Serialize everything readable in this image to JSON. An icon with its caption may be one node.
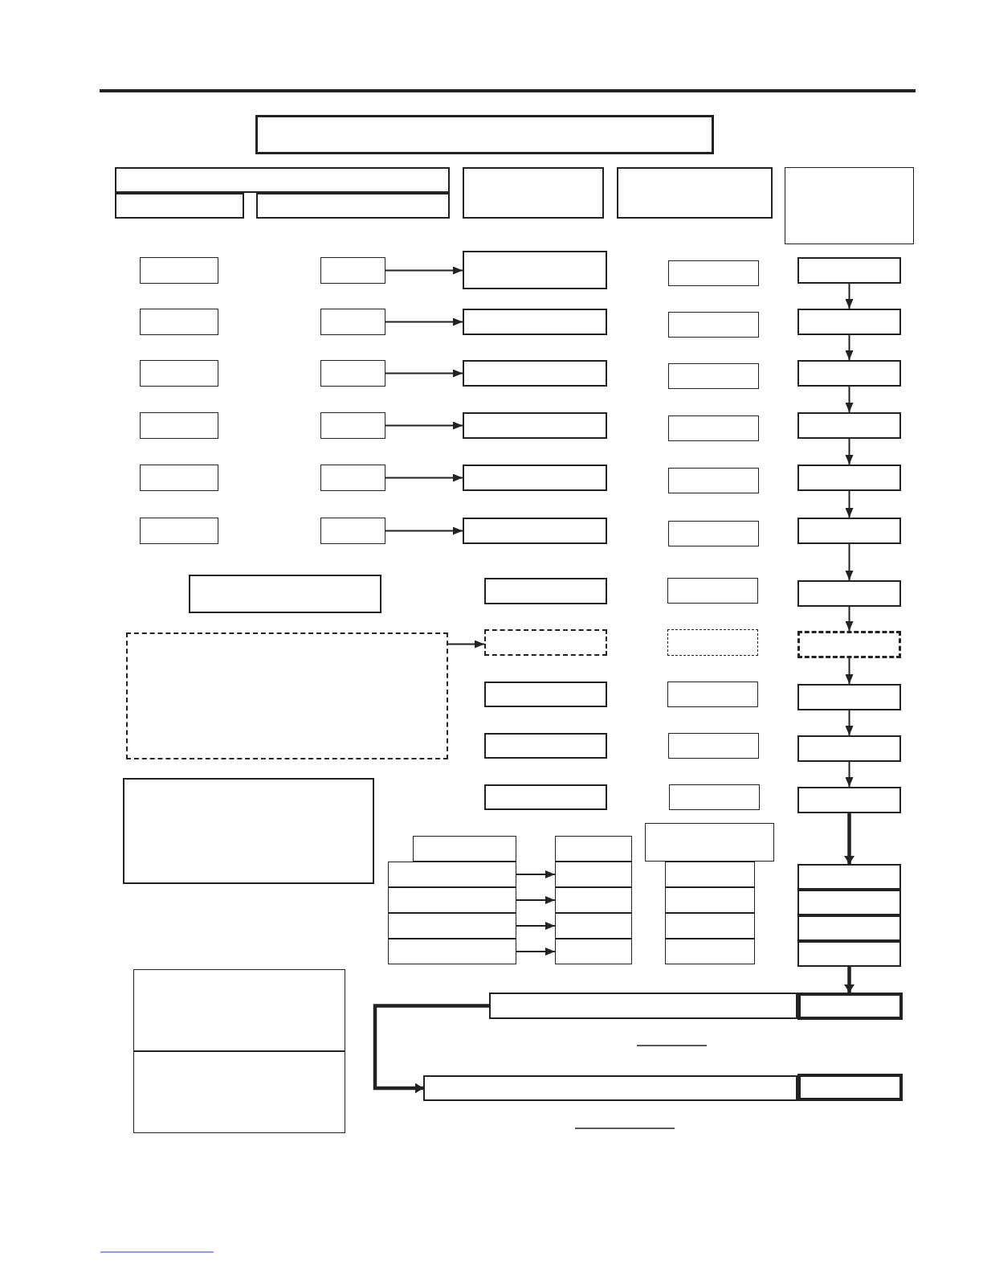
{
  "diagram": {
    "nodes": [
      {
        "text": [],
        "shape": "box"
      },
      {
        "text": [],
        "shape": "box"
      },
      {
        "text": [],
        "shape": "box"
      },
      {
        "text": [],
        "shape": "box"
      },
      {
        "text": [],
        "shape": "box"
      },
      {
        "text": [],
        "shape": "box"
      },
      {
        "text": [],
        "shape": "box"
      },
      {
        "text": [],
        "shape": "box"
      },
      {
        "text": [],
        "shape": "box"
      },
      {
        "text": [],
        "shape": "box"
      },
      {
        "text": [],
        "shape": "box"
      },
      {
        "text": [],
        "shape": "box"
      },
      {
        "text": [],
        "shape": "box"
      },
      {
        "text": [],
        "shape": "box"
      },
      {
        "text": [],
        "shape": "box"
      },
      {
        "text": [],
        "shape": "box"
      },
      {
        "text": [],
        "shape": "box"
      },
      {
        "text": [],
        "shape": "box"
      },
      {
        "text": [],
        "shape": "box"
      },
      {
        "text": [],
        "shape": "box"
      },
      {
        "text": [],
        "shape": "box"
      },
      {
        "text": [],
        "shape": "box"
      },
      {
        "text": [],
        "shape": "box"
      },
      {
        "text": [],
        "shape": "box"
      },
      {
        "text": [],
        "shape": "box"
      },
      {
        "text": [],
        "shape": "box"
      },
      {
        "text": [],
        "shape": "box"
      },
      {
        "text": [],
        "shape": "box"
      },
      {
        "text": [],
        "shape": "box"
      },
      {
        "text": [],
        "shape": "box"
      },
      {
        "text": [],
        "shape": "box"
      },
      {
        "text": [],
        "shape": "box"
      },
      {
        "text": [],
        "shape": "box"
      },
      {
        "text": [],
        "shape": "box"
      },
      {
        "text": [],
        "shape": "box"
      },
      {
        "text": [],
        "shape": "box"
      },
      {
        "text": [],
        "shape": "box"
      },
      {
        "text": [],
        "shape": "box"
      },
      {
        "text": [],
        "shape": "box"
      },
      {
        "text": [],
        "shape": "box"
      },
      {
        "text": [],
        "shape": "box"
      },
      {
        "text": [],
        "shape": "box"
      },
      {
        "text": [],
        "shape": "box"
      },
      {
        "text": [],
        "shape": "box"
      },
      {
        "text": [],
        "shape": "box"
      },
      {
        "text": [],
        "shape": "box"
      },
      {
        "text": [],
        "shape": "box"
      },
      {
        "text": [],
        "shape": "box"
      },
      {
        "text": [],
        "shape": "box"
      },
      {
        "text": [],
        "shape": "box"
      },
      {
        "text": [],
        "shape": "box"
      },
      {
        "text": [],
        "shape": "box"
      },
      {
        "text": [],
        "shape": "box"
      },
      {
        "text": [],
        "shape": "box"
      },
      {
        "text": [],
        "shape": "box"
      },
      {
        "text": [],
        "shape": "box"
      },
      {
        "text": [],
        "shape": "box"
      },
      {
        "text": [],
        "shape": "box"
      },
      {
        "text": [],
        "shape": "box"
      },
      {
        "text": [],
        "shape": "box"
      },
      {
        "text": [],
        "shape": "box"
      },
      {
        "text": [],
        "shape": "box"
      },
      {
        "text": [],
        "shape": "box"
      },
      {
        "text": [],
        "shape": "box"
      },
      {
        "text": [],
        "shape": "box"
      },
      {
        "text": [],
        "shape": "box"
      },
      {
        "text": [],
        "shape": "box"
      },
      {
        "text": [],
        "shape": "box"
      },
      {
        "text": [],
        "shape": "box"
      },
      {
        "text": [],
        "shape": "box"
      },
      {
        "text": [],
        "shape": "box"
      },
      {
        "text": [],
        "shape": "box"
      },
      {
        "text": [],
        "shape": "box"
      },
      {
        "text": [],
        "shape": "box"
      },
      {
        "text": [],
        "shape": "box"
      },
      {
        "text": [],
        "shape": "box"
      },
      {
        "text": [],
        "shape": "box"
      },
      {
        "text": [],
        "shape": "box"
      },
      {
        "text": [],
        "shape": "box"
      },
      {
        "text": [],
        "shape": "box"
      }
    ],
    "edges": [
      {
        "from": 8,
        "to": 9,
        "arrow": "to"
      },
      {
        "from": 13,
        "to": 14,
        "arrow": "to"
      },
      {
        "from": 18,
        "to": 19,
        "arrow": "to"
      },
      {
        "from": 23,
        "to": 24,
        "arrow": "to"
      },
      {
        "from": 28,
        "to": 29,
        "arrow": "to"
      },
      {
        "from": 33,
        "to": 34,
        "arrow": "to"
      },
      {
        "from": 11,
        "to": 16,
        "arrow": "to"
      },
      {
        "from": 16,
        "to": 21,
        "arrow": "to"
      },
      {
        "from": 21,
        "to": 26,
        "arrow": "to"
      },
      {
        "from": 26,
        "to": 31,
        "arrow": "to"
      },
      {
        "from": 31,
        "to": 36,
        "arrow": "to"
      },
      {
        "from": 36,
        "to": 40,
        "arrow": "to"
      },
      {
        "from": 40,
        "to": 44,
        "arrow": "to"
      },
      {
        "from": 41,
        "to": 42,
        "arrow": "to"
      },
      {
        "from": 44,
        "to": 47,
        "arrow": "to"
      },
      {
        "from": 47,
        "to": 50,
        "arrow": "to"
      },
      {
        "from": 50,
        "to": 54,
        "arrow": "to"
      },
      {
        "from": 54,
        "to": 61,
        "arrow": "to",
        "style": "thick"
      },
      {
        "from": 58,
        "to": 59,
        "arrow": "to"
      },
      {
        "from": 62,
        "to": 63,
        "arrow": "to"
      },
      {
        "from": 66,
        "to": 67,
        "arrow": "to"
      },
      {
        "from": 70,
        "to": 71,
        "arrow": "to"
      },
      {
        "from": 73,
        "to": 77,
        "arrow": "to",
        "style": "thick"
      },
      {
        "from": 76,
        "to": 78,
        "arrow": "to",
        "style": "thick"
      }
    ]
  }
}
